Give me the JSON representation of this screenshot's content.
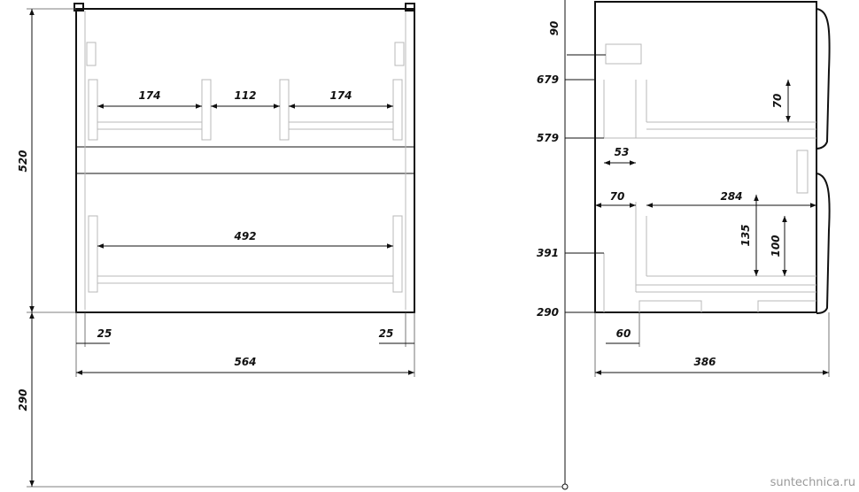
{
  "front_view": {
    "total_height": "520",
    "floor_height": "290",
    "drawer_gap_left": "174",
    "drawer_gap_mid": "112",
    "drawer_gap_right": "174",
    "lower_inner_width": "492",
    "inset_left": "25",
    "inset_right": "25",
    "total_width": "564"
  },
  "side_view": {
    "top_offset": "90",
    "level_679": "679",
    "level_579": "579",
    "level_391": "391",
    "level_290": "290",
    "siphon_depth": "53",
    "drawer_front_offset": "70",
    "drawer_depth": "284",
    "upper_drawer_height": "70",
    "lower_drawer_height_outer": "135",
    "lower_drawer_height_inner": "100",
    "bottom_offset": "60",
    "total_depth": "386"
  },
  "watermark": "suntechnica.ru"
}
